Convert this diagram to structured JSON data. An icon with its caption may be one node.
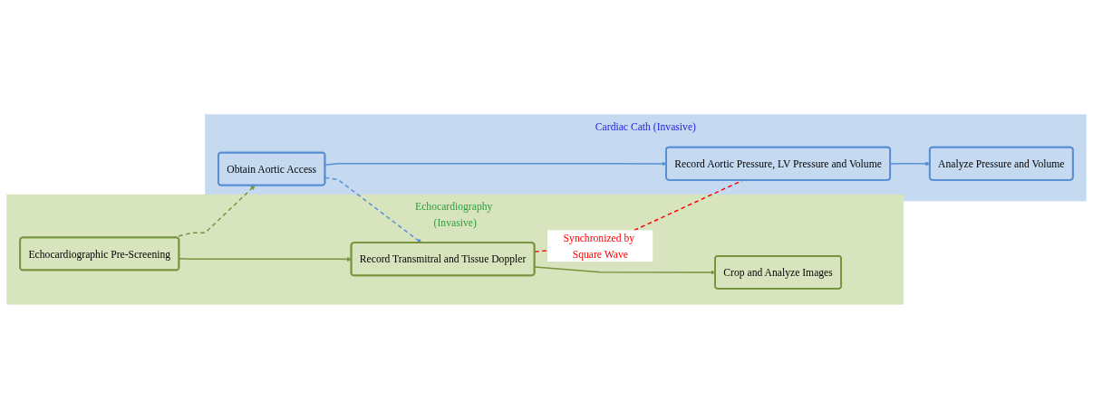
{
  "diagram": {
    "nodes": [
      {
        "text": [
          "Echocardiography (Invasive)"
        ]
      },
      {
        "text": [
          "Cardiac Cath (Invasive)"
        ]
      },
      {
        "text": [
          "Echocardiographic Pre-Screening"
        ],
        "in": 0
      },
      {
        "text": [
          "Record Transmitral and Tissue Doppler"
        ],
        "in": 0
      },
      {
        "text": [
          "Crop and Analyze Images"
        ],
        "in": 0
      },
      {
        "text": [
          "Obtain Aortic Access"
        ],
        "in": 1
      },
      {
        "text": [
          "Record Aortic Pressure, LV Pressure and Volume"
        ],
        "in": 1
      },
      {
        "text": [
          "Analyze Pressure and Volume"
        ],
        "in": 1
      }
    ],
    "edges": [
      {
        "from": 2,
        "to": 3,
        "arrow": "to",
        "color": "#77933c"
      },
      {
        "from": 2,
        "to": 5,
        "arrow": "to",
        "style": "dashed",
        "color": "#77933c"
      },
      {
        "from": 5,
        "to": 3,
        "arrow": "to",
        "style": "dashed",
        "color": "#558ed5"
      },
      {
        "from": 3,
        "to": 4,
        "arrow": "to",
        "color": "#77933c"
      },
      {
        "from": 5,
        "to": 6,
        "arrow": "to",
        "color": "#558ed5"
      },
      {
        "from": 6,
        "to": 7,
        "arrow": "to",
        "color": "#558ed5"
      },
      {
        "from": 3,
        "to": 6,
        "arrow": "none",
        "style": "dashed",
        "color": "#ff0000",
        "label": "Synchronized by Square Wave"
      }
    ]
  }
}
